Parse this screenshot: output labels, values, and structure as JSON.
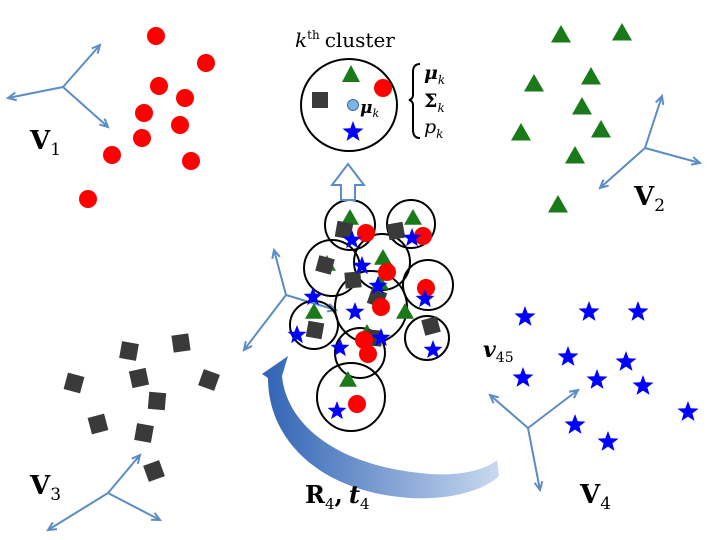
{
  "colors": {
    "red": "#ff0000",
    "green": "#1a7a1a",
    "blue": "#0000ff",
    "gray": "#3a3a3a",
    "axis": "#5b8cc6",
    "arrow_dark": "#2f63b4",
    "arrow_light": "#c9d9ef",
    "ink": "#000000"
  },
  "cluster_label": {
    "k": "k",
    "th": "th",
    "word": "cluster"
  },
  "params": {
    "mu": "μ",
    "sigma": "Σ",
    "p": "p",
    "sub": "k"
  },
  "center_label": {
    "mu": "μ",
    "sub": "k"
  },
  "views": [
    {
      "letter": "V",
      "sub": "1"
    },
    {
      "letter": "V",
      "sub": "2"
    },
    {
      "letter": "V",
      "sub": "3"
    },
    {
      "letter": "V",
      "sub": "4"
    }
  ],
  "v45": {
    "letter": "v",
    "sub": "45"
  },
  "transform": {
    "R": "R",
    "R_sub": "4",
    "sep": ",",
    "t": "t",
    "t_sub": "4"
  },
  "icons": {
    "point": "red-circle",
    "plane": "green-triangle",
    "cube": "gray-square",
    "star": "blue-star",
    "axes": "axis-frame-icon",
    "transform_arrow": "curved-arrow-icon",
    "up_arrow": "hollow-up-arrow-icon"
  }
}
